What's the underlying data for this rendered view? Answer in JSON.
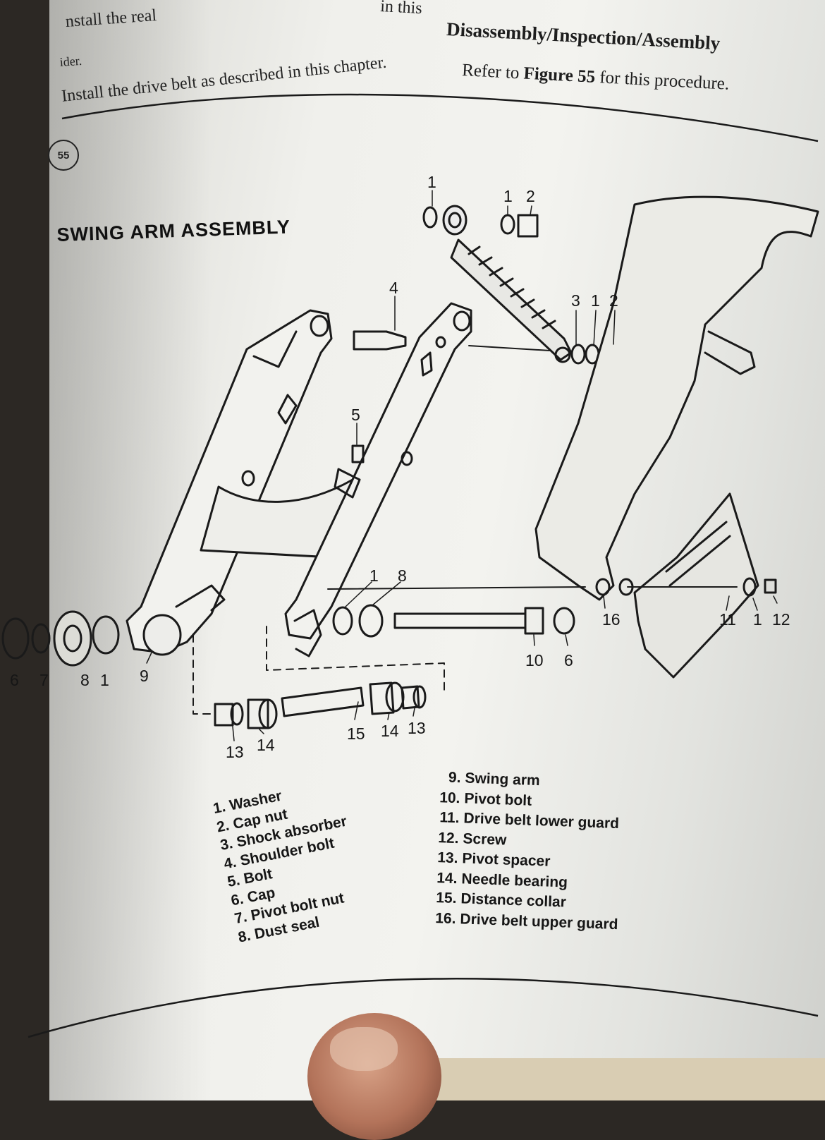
{
  "previous_page_fragments": [
    "nstall the real",
    "in this",
    "ider.",
    "Install the drive belt as described in this chapter."
  ],
  "section_header": {
    "title": "Disassembly/Inspection/Assembly",
    "intro_prefix": "Refer to",
    "intro_figure": "Figure 55",
    "intro_suffix": "for this procedure."
  },
  "figure": {
    "number": "55",
    "title": "SWING ARM ASSEMBLY",
    "callouts": [
      "1",
      "1",
      "2",
      "4",
      "3",
      "1",
      "2",
      "5",
      "1",
      "8",
      "16",
      "11",
      "1",
      "12",
      "6",
      "7",
      "8",
      "1",
      "9",
      "10",
      "6",
      "13",
      "14",
      "15",
      "14",
      "13"
    ]
  },
  "legend": {
    "left": [
      {
        "num": "1.",
        "label": "Washer"
      },
      {
        "num": "2.",
        "label": "Cap nut"
      },
      {
        "num": "3.",
        "label": "Shock absorber"
      },
      {
        "num": "4.",
        "label": "Shoulder bolt"
      },
      {
        "num": "5.",
        "label": "Bolt"
      },
      {
        "num": "6.",
        "label": "Cap"
      },
      {
        "num": "7.",
        "label": "Pivot bolt nut"
      },
      {
        "num": "8.",
        "label": "Dust seal"
      }
    ],
    "right": [
      {
        "num": "9.",
        "label": "Swing arm"
      },
      {
        "num": "10.",
        "label": "Pivot bolt"
      },
      {
        "num": "11.",
        "label": "Drive belt lower guard"
      },
      {
        "num": "12.",
        "label": "Screw"
      },
      {
        "num": "13.",
        "label": "Pivot spacer"
      },
      {
        "num": "14.",
        "label": "Needle bearing"
      },
      {
        "num": "15.",
        "label": "Distance collar"
      },
      {
        "num": "16.",
        "label": "Drive belt upper guard"
      }
    ]
  }
}
